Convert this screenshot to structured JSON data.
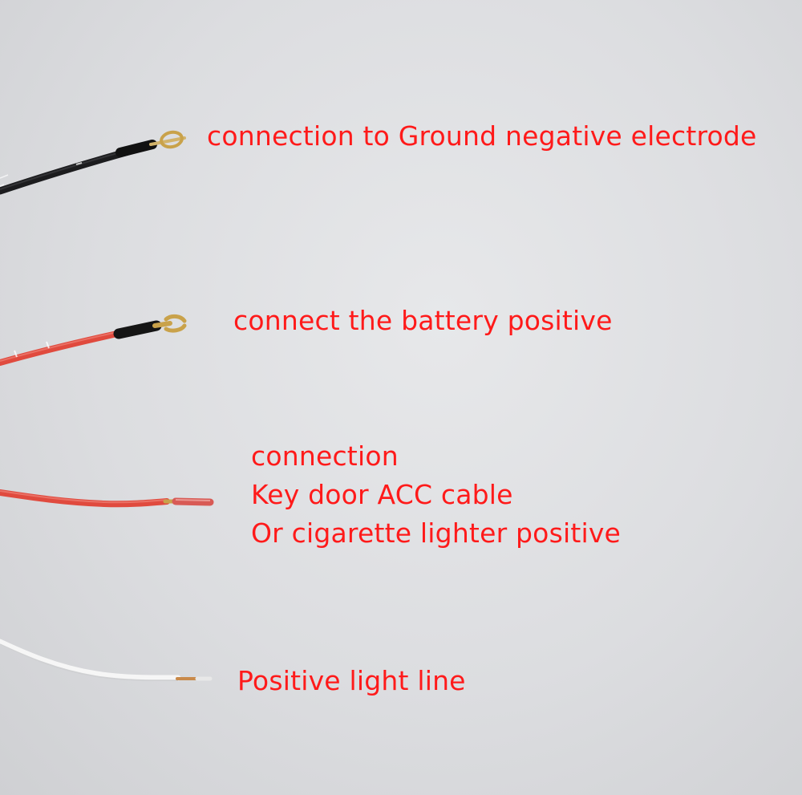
{
  "colors": {
    "label_text": "#ff1a1a",
    "wire_black": "#1c1c1e",
    "wire_red": "#e04a3e",
    "wire_white": "#f6f6f6",
    "terminal_gold": "#c9a24a"
  },
  "labels": {
    "ground": "connection to Ground negative electrode",
    "battery": "connect the battery positive",
    "acc": {
      "line1": "connection",
      "line2": "Key door ACC cable",
      "line3": "Or cigarette lighter positive"
    },
    "light": "Positive light line"
  }
}
